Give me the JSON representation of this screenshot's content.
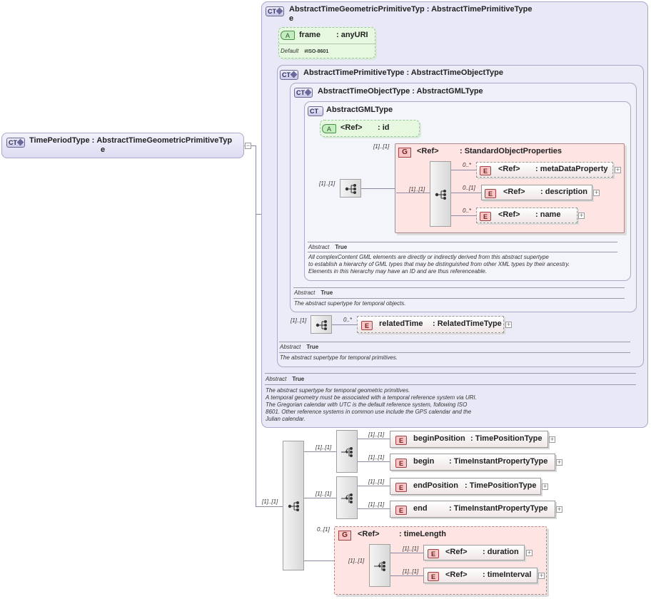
{
  "root": {
    "badge": "CT",
    "name": "TimePeriodType",
    "sep": ":",
    "base_line1": "AbstractTimeGeometricPrimitiveTyp",
    "base_line2": "e"
  },
  "ct_geom": {
    "badge": "CT",
    "line1": "AbstractTimeGeometricPrimitiveTyp   : AbstractTimePrimitiveType",
    "line2": "e",
    "abstract_label": "Abstract",
    "abstract_value": "True",
    "doc": "The abstract supertype for temporal geometric primitives.\nA temporal geometry must be associated with a temporal reference system via URI.\nThe Gregorian calendar with UTC is the default reference system, following ISO\n8601. Other reference systems in common use include the GPS calendar and the\nJulian calendar."
  },
  "attr_frame": {
    "badge": "A",
    "name": "frame",
    "type": ": anyURI",
    "default_label": "Default",
    "default_value": "#ISO-8601"
  },
  "ct_prim": {
    "badge": "CT",
    "title": "AbstractTimePrimitiveType : AbstractTimeObjectType",
    "abstract_label": "Abstract",
    "abstract_value": "True",
    "doc": "The abstract supertype for temporal primitives."
  },
  "ct_obj": {
    "badge": "CT",
    "title": "AbstractTimeObjectType : AbstractGMLType",
    "abstract_label": "Abstract",
    "abstract_value": "True",
    "doc": "The abstract supertype for temporal objects."
  },
  "ct_gml": {
    "badge": "CT",
    "title": "AbstractGMLType",
    "abstract_label": "Abstract",
    "abstract_value": "True",
    "doc": "All complexContent GML elements are directly or indirectly derived from this abstract supertype\nto establish a hierarchy of GML types that may be distinguished from other XML types by their ancestry.\nElements in this hierarchy may have an ID and are thus referenceable."
  },
  "attr_id": {
    "badge": "A",
    "ref": "<Ref>",
    "name": ": id"
  },
  "group_sop": {
    "badge": "G",
    "ref": "<Ref>",
    "name": ": StandardObjectProperties",
    "card": "[1]..[1]",
    "seq_card": "[1]..[1]"
  },
  "gml_seq_card": "[1]..[1]",
  "sop_items": [
    {
      "badge": "E",
      "ref": "<Ref>",
      "name": ": metaDataProperty",
      "card": "0..*"
    },
    {
      "badge": "E",
      "ref": "<Ref>",
      "name": ": description",
      "card": "0..[1]"
    },
    {
      "badge": "E",
      "ref": "<Ref>",
      "name": ": name",
      "card": "0..*"
    }
  ],
  "related": {
    "seq_card": "[1]..[1]",
    "card": "0..*",
    "badge": "E",
    "name": "relatedTime",
    "type": ": RelatedTimeType"
  },
  "main_seq_card": "[1]..[1]",
  "choice1": {
    "card": "[1]..[1]",
    "items": [
      {
        "card": "[1]..[1]",
        "badge": "E",
        "name": "beginPosition",
        "type": ": TimePositionType"
      },
      {
        "card": "[1]..[1]",
        "badge": "E",
        "name": "begin",
        "type": ": TimeInstantPropertyType"
      }
    ]
  },
  "choice2": {
    "card": "[1]..[1]",
    "items": [
      {
        "card": "[1]..[1]",
        "badge": "E",
        "name": "endPosition",
        "type": ": TimePositionType"
      },
      {
        "card": "[1]..[1]",
        "badge": "E",
        "name": "end",
        "type": ": TimeInstantPropertyType"
      }
    ]
  },
  "group_tl": {
    "card": "0..[1]",
    "badge": "G",
    "ref": "<Ref>",
    "name": ": timeLength",
    "seq_card": "[1]..[1]",
    "items": [
      {
        "card": "[1]..[1]",
        "badge": "E",
        "ref": "<Ref>",
        "name": ": duration"
      },
      {
        "card": "[1]..[1]",
        "badge": "E",
        "ref": "<Ref>",
        "name": ": timeInterval"
      }
    ]
  },
  "plus_sign": "+",
  "minus_sign": "−"
}
